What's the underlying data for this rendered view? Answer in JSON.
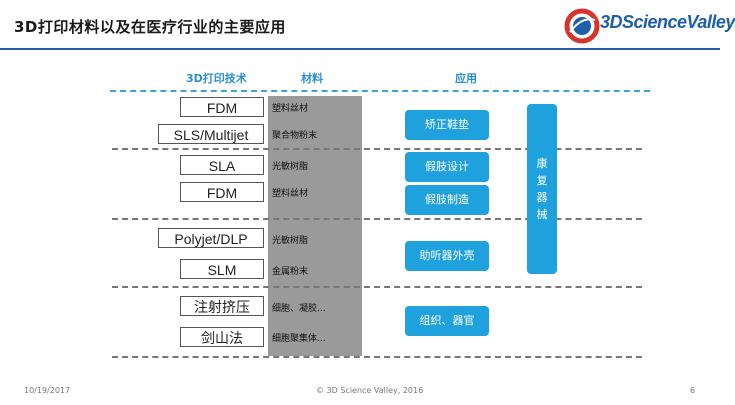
{
  "title": "3D打印材料以及在医疗行业的主要应用",
  "logo": {
    "text": "3DScienceValley"
  },
  "headers": {
    "tech": "3D打印技术",
    "material": "材料",
    "application": "应用"
  },
  "rows": [
    {
      "tech": "FDM",
      "material": "塑料丝材"
    },
    {
      "tech": "SLS/Multijet",
      "material": "聚合物粉末"
    },
    {
      "tech": "SLA",
      "material": "光敏树脂"
    },
    {
      "tech": "FDM",
      "material": "塑料丝材"
    },
    {
      "tech": "Polyjet/DLP",
      "material": "光敏树脂"
    },
    {
      "tech": "SLM",
      "material": "金属粉末"
    },
    {
      "tech": "注射挤压",
      "material": "细胞、凝胶..."
    },
    {
      "tech": "剑山法",
      "material": "细胞聚集体..."
    }
  ],
  "applications": [
    "矫正鞋垫",
    "假肢设计",
    "假肢制造",
    "助听器外壳",
    "组织、器官"
  ],
  "side_category": [
    "康",
    "复",
    "器",
    "械"
  ],
  "footer": {
    "date": "10/19/2017",
    "copyright": "© 3D Science Valley, 2016",
    "page": "6"
  },
  "colors": {
    "accent": "#1fa1de",
    "title_bar": "#2a5ba8",
    "band": "#9a9a9a"
  }
}
